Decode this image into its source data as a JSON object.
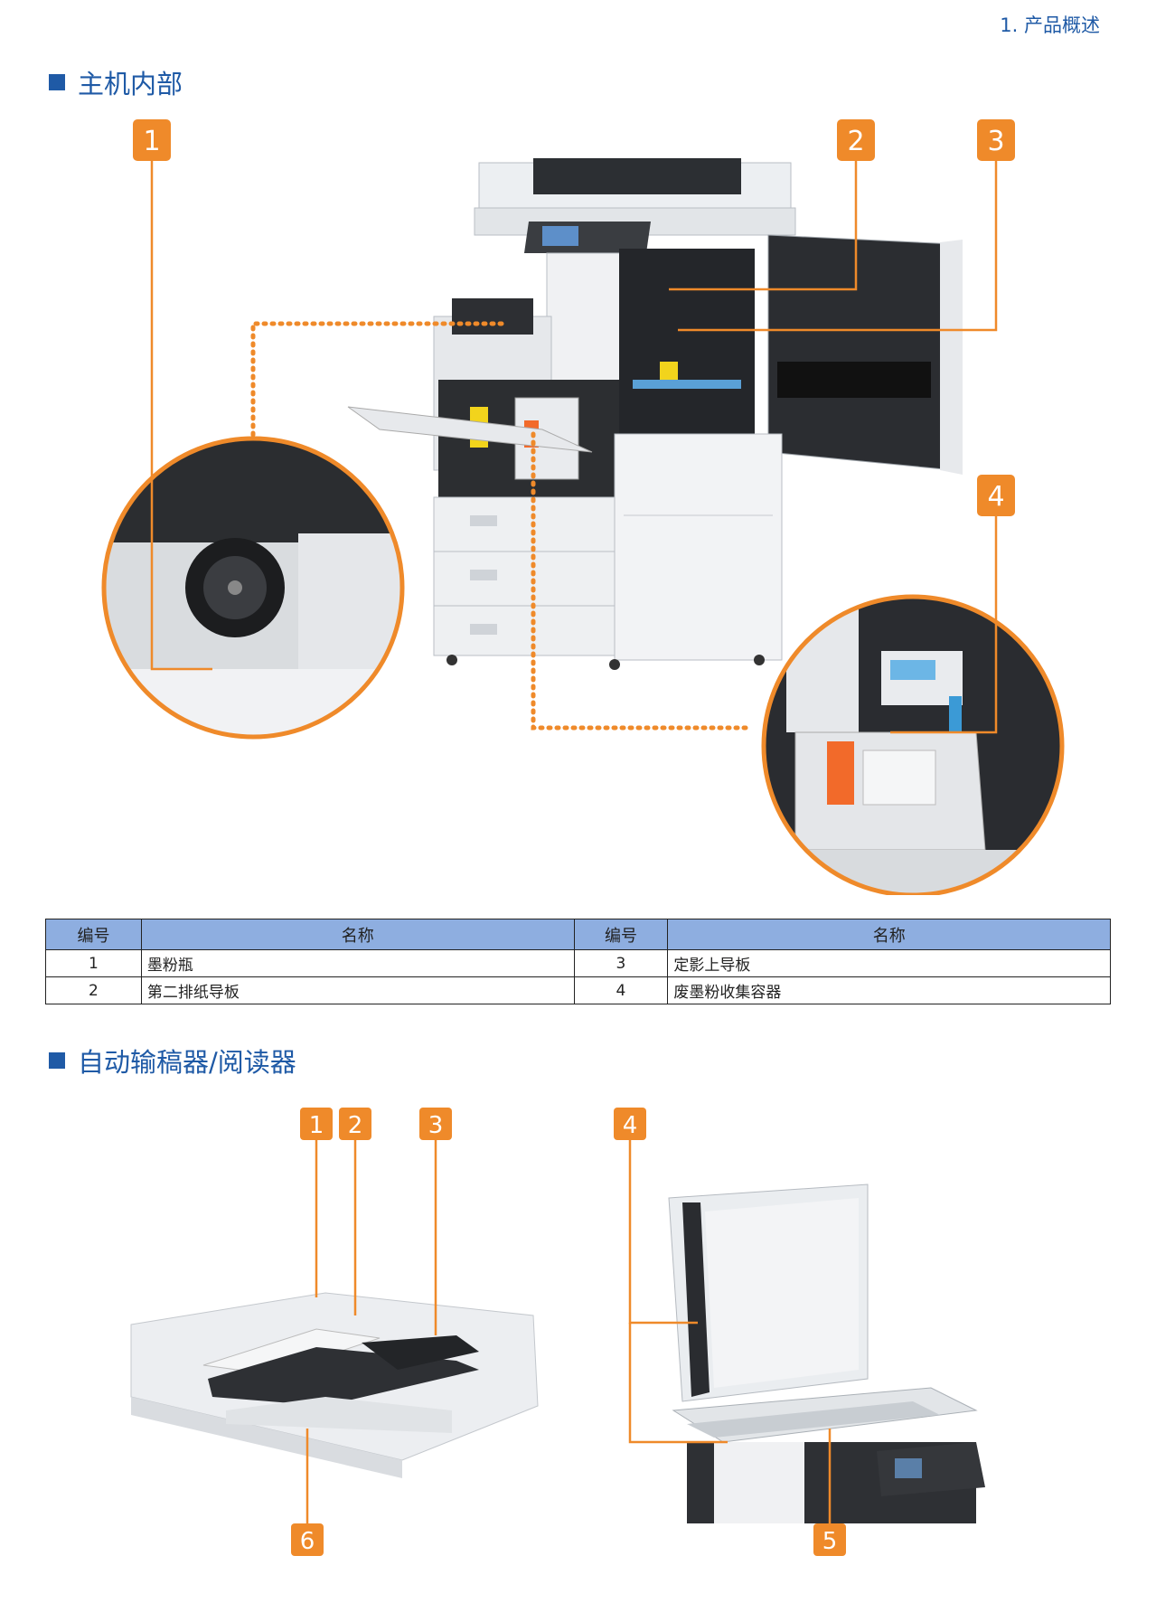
{
  "header": {
    "chapter": "1. 产品概述"
  },
  "sections": {
    "main_unit": {
      "title": "主机内部"
    },
    "adf": {
      "title": "自动输稿器/阅读器"
    }
  },
  "figure1": {
    "badges": [
      "1",
      "2",
      "3",
      "4"
    ]
  },
  "figure2": {
    "badges": [
      "1",
      "2",
      "3",
      "4",
      "5",
      "6"
    ]
  },
  "parts_table": {
    "headers": [
      "编号",
      "名称",
      "编号",
      "名称"
    ],
    "rows": [
      {
        "num_a": "1",
        "name_a": "墨粉瓶",
        "num_b": "3",
        "name_b": "定影上导板"
      },
      {
        "num_a": "2",
        "name_a": "第二排纸导板",
        "num_b": "4",
        "name_b": "废墨粉收集容器"
      }
    ]
  },
  "colors": {
    "accent_blue": "#1f5aa6",
    "badge_orange": "#ef8a2a",
    "table_header": "#8eaee0"
  }
}
